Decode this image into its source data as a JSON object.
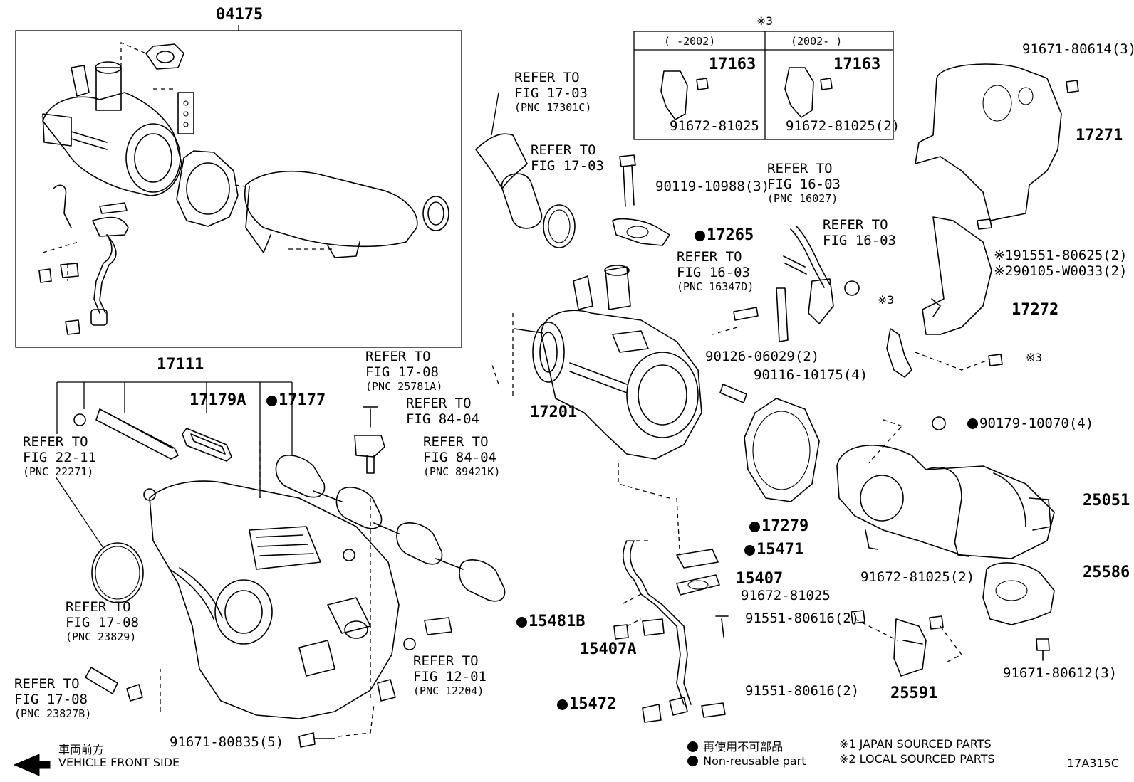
{
  "diagram_code": "17A315C",
  "assemblies": {
    "main_box": "04175",
    "manifold": "17111",
    "turbo": "17201"
  },
  "inset": {
    "marker": "※3",
    "left_header": "(    -2002)",
    "right_header": "(2002-    )",
    "left_bracket": "17163",
    "left_bolt": "91672-81025",
    "right_bracket": "17163",
    "right_bolt": "91672-81025(2)"
  },
  "parts": {
    "p91671_80614": "91671-80614(3)",
    "p17271": "17271",
    "p91551_80625": "※191551-80625(2)",
    "p90105_w0033": "※290105-W0033(2)",
    "p17272": "17272",
    "p_mark3_a": "※3",
    "p_mark3_b": "※3",
    "p90119": "90119-10988(3)",
    "p17265": "17265",
    "p90126": "90126-06029(2)",
    "p90116": "90116-10175(4)",
    "p90179": "90179-10070(4)",
    "p25051": "25051",
    "p25586": "25586",
    "p17279": "17279",
    "p15471": "15471",
    "p15407": "15407",
    "p91672_a": "91672-81025(2)",
    "p91672_b": "91672-81025",
    "p91551_a": "91551-80616(2)",
    "p15481b": "15481B",
    "p15407a": "15407A",
    "p15472": "15472",
    "p91551_b": "91551-80616(2)",
    "p25591": "25591",
    "p91671_80612": "91671-80612(3)",
    "p17179a": "17179A",
    "p17177": "17177",
    "p91671_80835": "91671-80835(5)"
  },
  "references": {
    "r17301": {
      "l1": "REFER TO",
      "l2": "FIG 17-03",
      "l3": "(PNC 17301C)"
    },
    "r1703b": {
      "l1": "REFER TO",
      "l2": "FIG 17-03"
    },
    "r16027": {
      "l1": "REFER TO",
      "l2": "FIG 16-03",
      "l3": "(PNC 16027)"
    },
    "r1603b": {
      "l1": "REFER TO",
      "l2": "FIG 16-03"
    },
    "r16347": {
      "l1": "REFER TO",
      "l2": "FIG 16-03",
      "l3": "(PNC 16347D)"
    },
    "r25781": {
      "l1": "REFER TO",
      "l2": "FIG 17-08",
      "l3": "(PNC 25781A)"
    },
    "r8404a": {
      "l1": "REFER TO",
      "l2": "FIG 84-04"
    },
    "r89421": {
      "l1": "REFER TO",
      "l2": "FIG 84-04",
      "l3": "(PNC 89421K)"
    },
    "r22271": {
      "l1": "REFER TO",
      "l2": "FIG 22-11",
      "l3": "(PNC 22271)"
    },
    "r23829": {
      "l1": "REFER TO",
      "l2": "FIG 17-08",
      "l3": "(PNC 23829)"
    },
    "r23827": {
      "l1": "REFER TO",
      "l2": "FIG 17-08",
      "l3": "(PNC 23827B)"
    },
    "r12204": {
      "l1": "REFER TO",
      "l2": "FIG 12-01",
      "l3": "(PNC 12204)"
    }
  },
  "legend": {
    "nonreusable_jp": "再使用不可部品",
    "nonreusable_en": "Non-reusable part",
    "note1": "※1  JAPAN SOURCED PARTS",
    "note2": "※2  LOCAL SOURCED PARTS"
  },
  "direction": {
    "jp": "車両前方",
    "en": "VEHICLE FRONT SIDE"
  }
}
